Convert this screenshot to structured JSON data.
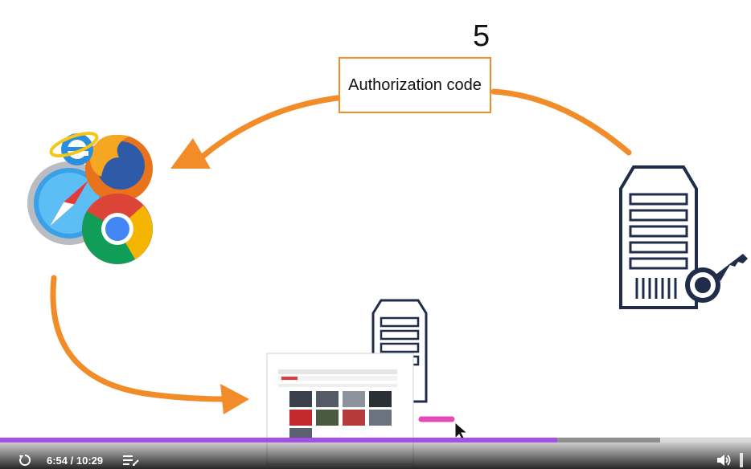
{
  "diagram": {
    "step_number": "5",
    "auth_box_text": "Authorization code"
  },
  "icons": {
    "browsers": "browser-logos-icon",
    "auth_server": "authorization-server-with-key-icon",
    "app_server": "app-server-icon",
    "app_page": "app-page-screenshot",
    "arrow_top": "curved-arrow-to-browser",
    "arrow_bottom": "curved-arrow-to-app"
  },
  "player": {
    "current_time": "6:54",
    "separator": " / ",
    "duration": "10:29",
    "progress_fraction": 0.742,
    "buffered_fraction": 0.879
  },
  "colors": {
    "arrow": "#f28c28",
    "box_border": "#f28c28",
    "progress": "#a450e6",
    "server_stroke": "#1f2d4a",
    "annotation_pen": "#e34bb6"
  }
}
